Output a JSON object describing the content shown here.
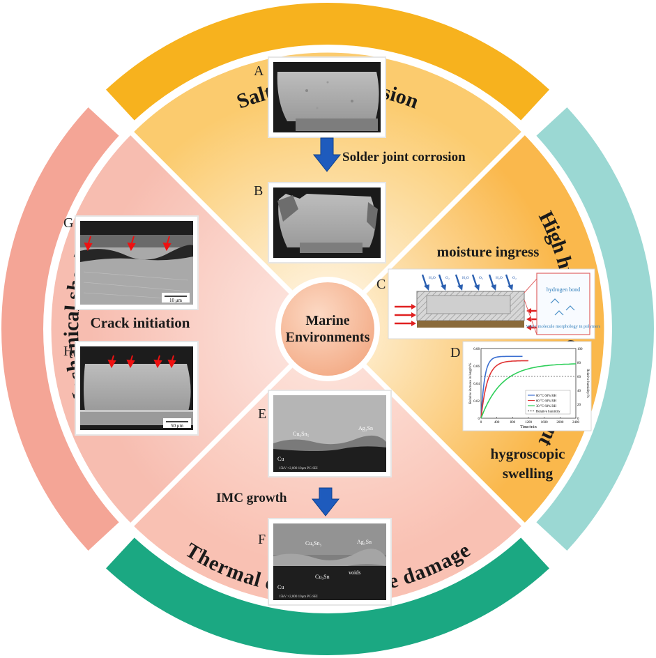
{
  "center": {
    "line1": "Marine",
    "line2": "Environments"
  },
  "rings": {
    "top": "Salt spray corrosion",
    "right": "High humidity environment",
    "bottom": "Thermal cycling fatigue damage",
    "left": "Mechanical shock"
  },
  "panels": {
    "A": "A",
    "B": "B",
    "C": "C",
    "D": "D",
    "E": "E",
    "F": "F",
    "G": "G",
    "H": "H"
  },
  "annotations": {
    "solder_joint_corrosion": "Solder joint corrosion",
    "moisture_ingress": "moisture ingress",
    "hygroscopic_line1": "hygroscopic",
    "hygroscopic_line2": "swelling",
    "crack_initiation": "Crack initiation",
    "imc_growth": "IMC growth"
  },
  "micro_labels": {
    "scale_10um": "10 μm",
    "scale_50um": "50 μm",
    "cu6sn5": "Cu₆Sn₅",
    "ag3sn": "Ag₃Sn",
    "cu3sn": "Cu₃Sn",
    "voids": "voids",
    "cu": "Cu",
    "sem_info": "15kV   ×2,000   10μm   PC-SEI",
    "hydrogen_bond": "hydrogen bond",
    "water_molecule": "Water molecule morphology in polymers",
    "h2o": "H₂O",
    "o2": "O₂"
  },
  "chart_D": {
    "x_title": "Time/min",
    "y_title": "Relative increase in length/%",
    "y2_title": "Relative humidity/%",
    "x_ticks": [
      "0",
      "400",
      "800",
      "1200",
      "1600",
      "2000",
      "2400"
    ],
    "y_ticks": [
      "0",
      "0.02",
      "0.04",
      "0.06",
      "0.08"
    ],
    "y2_ticks": [
      "0",
      "20",
      "40",
      "60",
      "80",
      "100"
    ],
    "legend": [
      "80 °C 60% RH",
      "60 °C 60% RH",
      "30 °C 60% RH",
      "Relative humidity"
    ]
  },
  "colors": {
    "top_ring": "#F7B21E",
    "right_ring": "#9BD8D3",
    "bottom_ring": "#1BA882",
    "left_ring": "#F4A596",
    "top_quad_outer": "#FBD17C",
    "top_quad_inner": "#FEEFD0",
    "left_quad": "#F9C9BE",
    "bottom_quad": "#FBCCC0",
    "right_quad": "#FBC66A",
    "center_fill": "#F6B994",
    "arrow": "#1E5BBD"
  }
}
